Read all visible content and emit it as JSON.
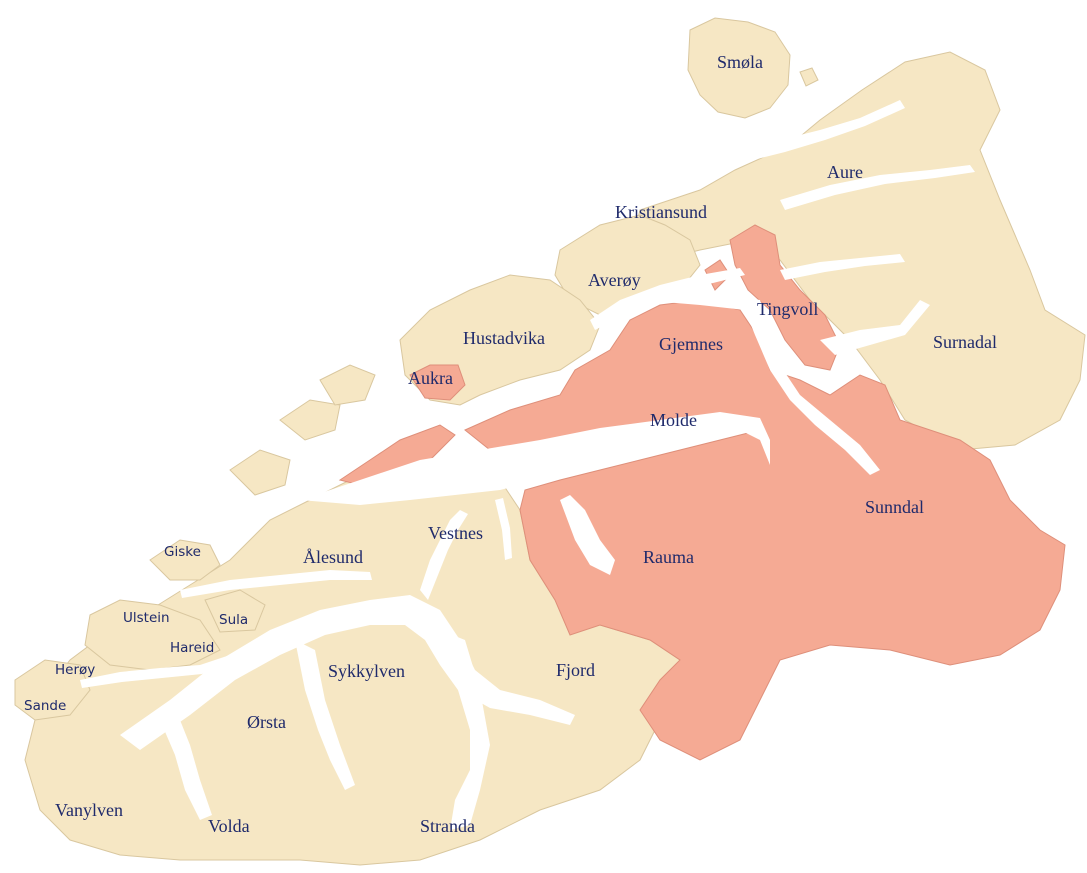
{
  "colors": {
    "land": "#f6e7c4",
    "highlight": "#f5aa94",
    "label": "#1f2a6b",
    "water": "#ffffff"
  },
  "municipalities": [
    {
      "id": "smola",
      "name": "Smøla",
      "highlighted": false
    },
    {
      "id": "aure",
      "name": "Aure",
      "highlighted": false
    },
    {
      "id": "kristiansund",
      "name": "Kristiansund",
      "highlighted": false
    },
    {
      "id": "averoy",
      "name": "Averøy",
      "highlighted": false
    },
    {
      "id": "tingvoll",
      "name": "Tingvoll",
      "highlighted": true
    },
    {
      "id": "hustadvika",
      "name": "Hustadvika",
      "highlighted": false
    },
    {
      "id": "gjemnes",
      "name": "Gjemnes",
      "highlighted": true
    },
    {
      "id": "surnadal",
      "name": "Surnadal",
      "highlighted": false
    },
    {
      "id": "aukra",
      "name": "Aukra",
      "highlighted": true
    },
    {
      "id": "molde",
      "name": "Molde",
      "highlighted": true
    },
    {
      "id": "sunndal",
      "name": "Sunndal",
      "highlighted": true
    },
    {
      "id": "vestnes",
      "name": "Vestnes",
      "highlighted": false
    },
    {
      "id": "giske",
      "name": "Giske",
      "highlighted": false
    },
    {
      "id": "alesund",
      "name": "Ålesund",
      "highlighted": false
    },
    {
      "id": "rauma",
      "name": "Rauma",
      "highlighted": true
    },
    {
      "id": "ulstein",
      "name": "Ulstein",
      "highlighted": false
    },
    {
      "id": "sula",
      "name": "Sula",
      "highlighted": false
    },
    {
      "id": "hareid",
      "name": "Hareid",
      "highlighted": false
    },
    {
      "id": "heroy",
      "name": "Herøy",
      "highlighted": false
    },
    {
      "id": "sykkylven",
      "name": "Sykkylven",
      "highlighted": false
    },
    {
      "id": "fjord",
      "name": "Fjord",
      "highlighted": false
    },
    {
      "id": "sande",
      "name": "Sande",
      "highlighted": false
    },
    {
      "id": "orsta",
      "name": "Ørsta",
      "highlighted": false
    },
    {
      "id": "vanylven",
      "name": "Vanylven",
      "highlighted": false
    },
    {
      "id": "volda",
      "name": "Volda",
      "highlighted": false
    },
    {
      "id": "stranda",
      "name": "Stranda",
      "highlighted": false
    }
  ]
}
